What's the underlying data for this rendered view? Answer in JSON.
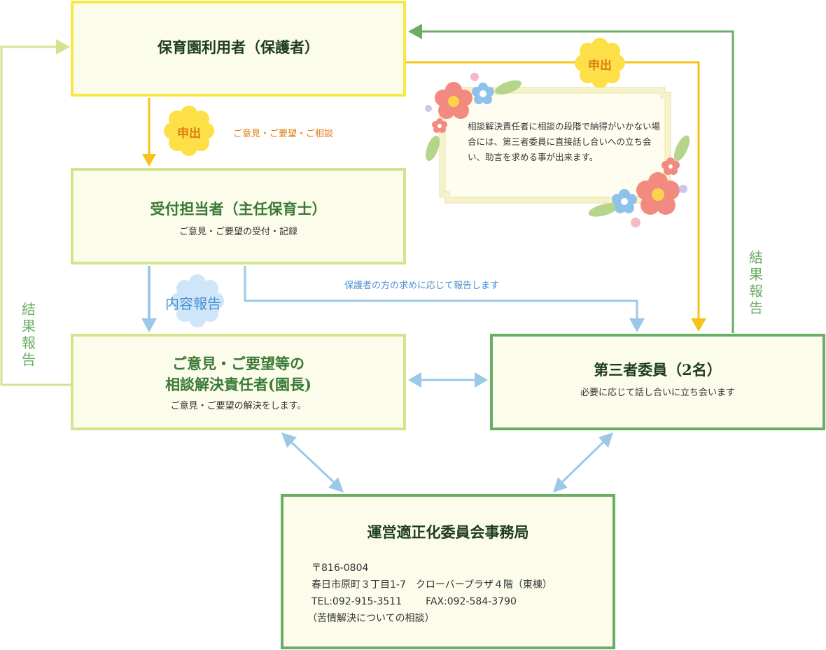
{
  "boxes": {
    "user": {
      "title": "保育園利用者（保護者）"
    },
    "reception": {
      "title": "受付担当者（主任保育士）",
      "sub": "ご意見・ご要望の受付・記録"
    },
    "resolver": {
      "title_line1": "ご意見・ご要望等の",
      "title_line2": "相談解決責任者(園長)",
      "sub": "ご意見・ご要望の解決をします。"
    },
    "third_party": {
      "title": "第三者委員（2名）",
      "sub": "必要に応じて話し合いに立ち会います"
    },
    "office": {
      "title": "運営適正化委員会事務局",
      "postal": "〒816-0804",
      "address": "春日市原町３丁目1-7　クローバープラザ４階（東棟）",
      "tel": "TEL:092-915-3511",
      "fax": "FAX:092-584-3790",
      "purpose": "（苦情解決についての相談）"
    }
  },
  "labels": {
    "submit_badge": "申出",
    "submit_badge_2": "申出",
    "submit_text": "ご意見・ご要望・ご相談",
    "content_report": "内容報告",
    "report_on_request": "保護者の方の求めに応じて報告します",
    "result_report_left": "結果報告",
    "result_report_right": "結果報告"
  },
  "note": {
    "text": "相談解決責任者に相談の段階で納得がいかない場合には、第三者委員に直接話し合いへの立ち会い、助言を求める事が出来ます。"
  },
  "colors": {
    "yellow": "#f7c21a",
    "light_green": "#d4e38e",
    "green": "#6aad64",
    "blue": "#9cc8e8",
    "orange": "#e07a12",
    "box_fill": "#fcfcea"
  }
}
